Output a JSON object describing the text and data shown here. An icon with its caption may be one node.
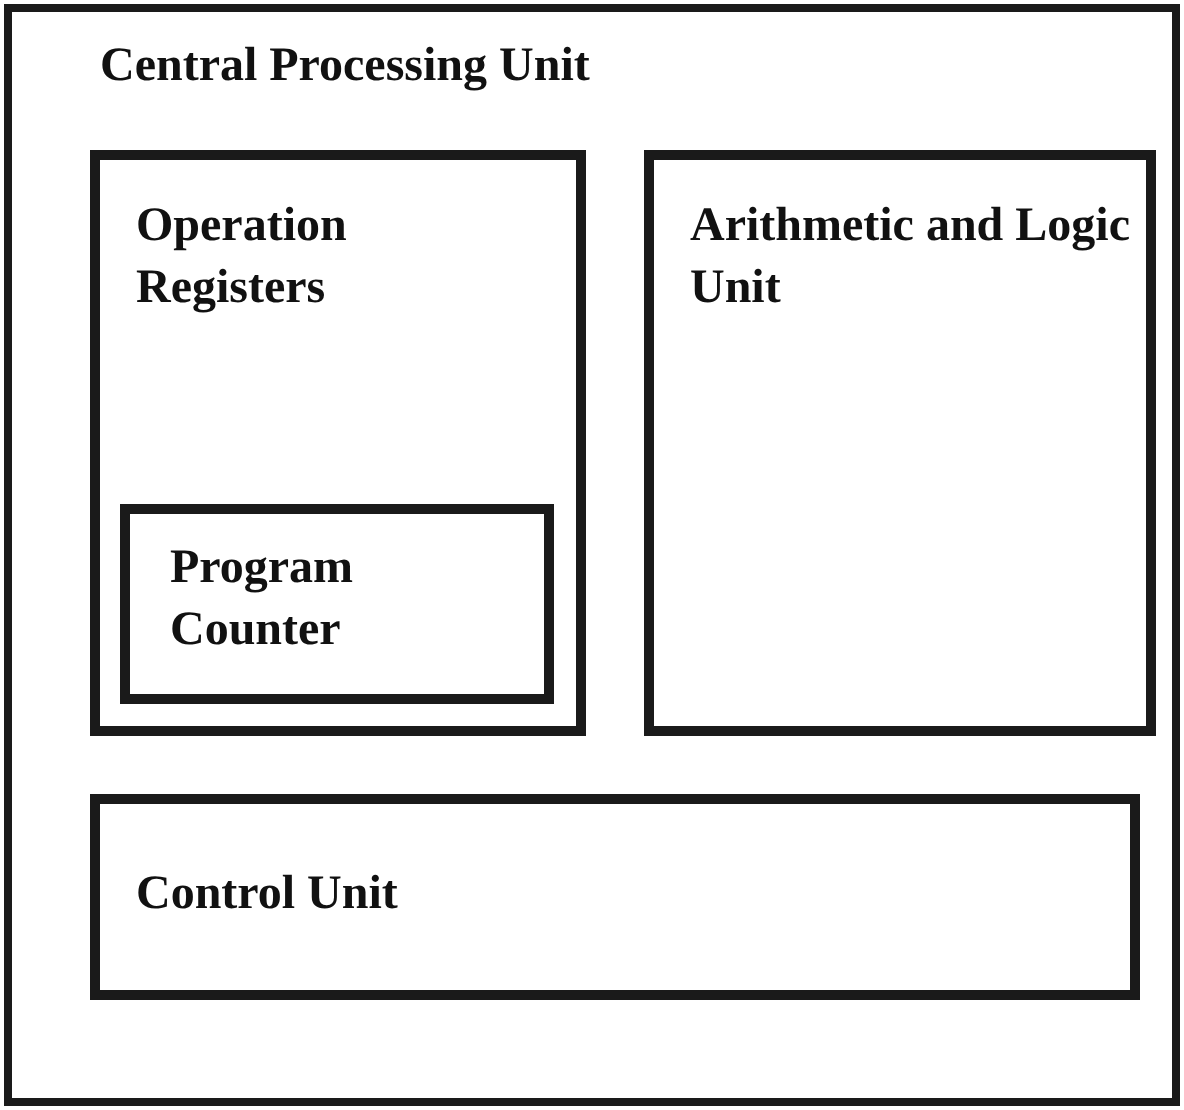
{
  "diagram": {
    "nodes": [
      {
        "text": [
          "Central Processing Unit"
        ]
      },
      {
        "text": [
          "Operation Registers"
        ],
        "in": 0
      },
      {
        "text": [
          "Program Counter"
        ],
        "in": 1
      },
      {
        "text": [
          "Arithmetic and Logic Unit"
        ],
        "in": 0
      },
      {
        "text": [
          "Control Unit"
        ],
        "in": 0
      }
    ]
  }
}
